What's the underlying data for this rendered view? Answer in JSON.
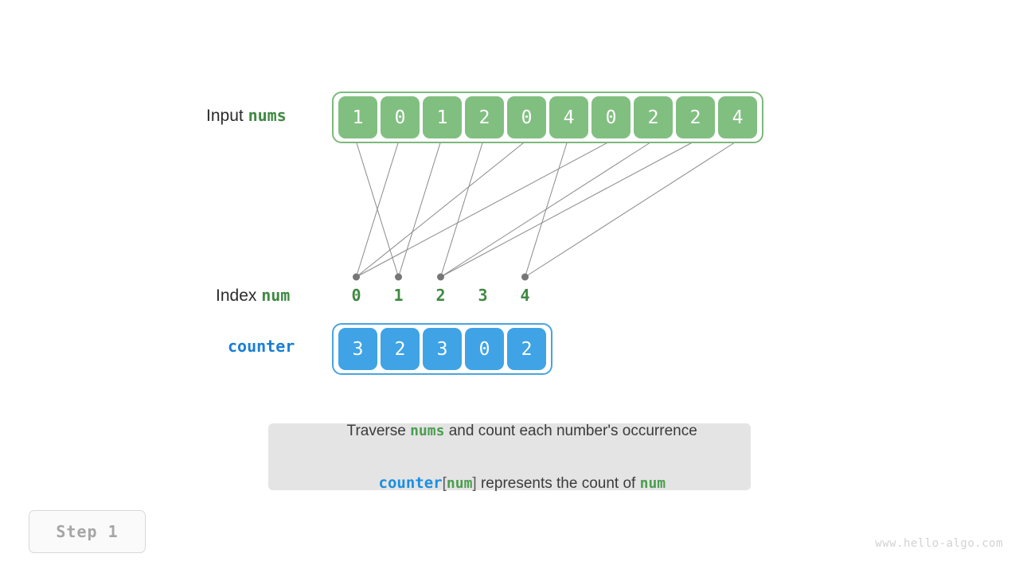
{
  "input_row": {
    "label_plain": "Input",
    "label_code": "nums",
    "values": [
      "1",
      "0",
      "1",
      "2",
      "0",
      "4",
      "0",
      "2",
      "2",
      "4"
    ]
  },
  "index_row": {
    "label_plain": "Index",
    "label_code": "num",
    "ticks": [
      "0",
      "1",
      "2",
      "3",
      "4"
    ]
  },
  "counter_row": {
    "label_code": "counter",
    "values": [
      "3",
      "2",
      "3",
      "0",
      "2"
    ]
  },
  "caption": {
    "line1_part1": "Traverse ",
    "line1_code": "nums",
    "line1_part2": " and count each number's occurrence",
    "line2_code1": "counter",
    "line2_bracket_open": "[",
    "line2_code2": "num",
    "line2_bracket_close": "]",
    "line2_part2": " represents the count of ",
    "line2_code3": "num"
  },
  "step_badge": {
    "label": "Step 1"
  },
  "watermark": {
    "text": "www.hello-algo.com"
  },
  "colors": {
    "green_cell": "#81bf81",
    "green_border": "#7cb97c",
    "green_text": "#3f8a42",
    "blue_cell": "#3fa3e6",
    "blue_border": "#4aa3e0",
    "blue_text": "#1a7fd4",
    "connector": "#8a8a8a",
    "caption_bg": "#e4e4e4",
    "badge_text": "#a6a6a6",
    "watermark": "#d2d2d2"
  },
  "connectors": {
    "dot_indices": [
      0,
      1,
      2,
      4
    ],
    "mapping": [
      {
        "from_cell": 0,
        "to_index": 1
      },
      {
        "from_cell": 1,
        "to_index": 0
      },
      {
        "from_cell": 2,
        "to_index": 1
      },
      {
        "from_cell": 3,
        "to_index": 2
      },
      {
        "from_cell": 4,
        "to_index": 0
      },
      {
        "from_cell": 5,
        "to_index": 4
      },
      {
        "from_cell": 6,
        "to_index": 0
      },
      {
        "from_cell": 7,
        "to_index": 2
      },
      {
        "from_cell": 8,
        "to_index": 2
      },
      {
        "from_cell": 9,
        "to_index": 4
      }
    ]
  }
}
